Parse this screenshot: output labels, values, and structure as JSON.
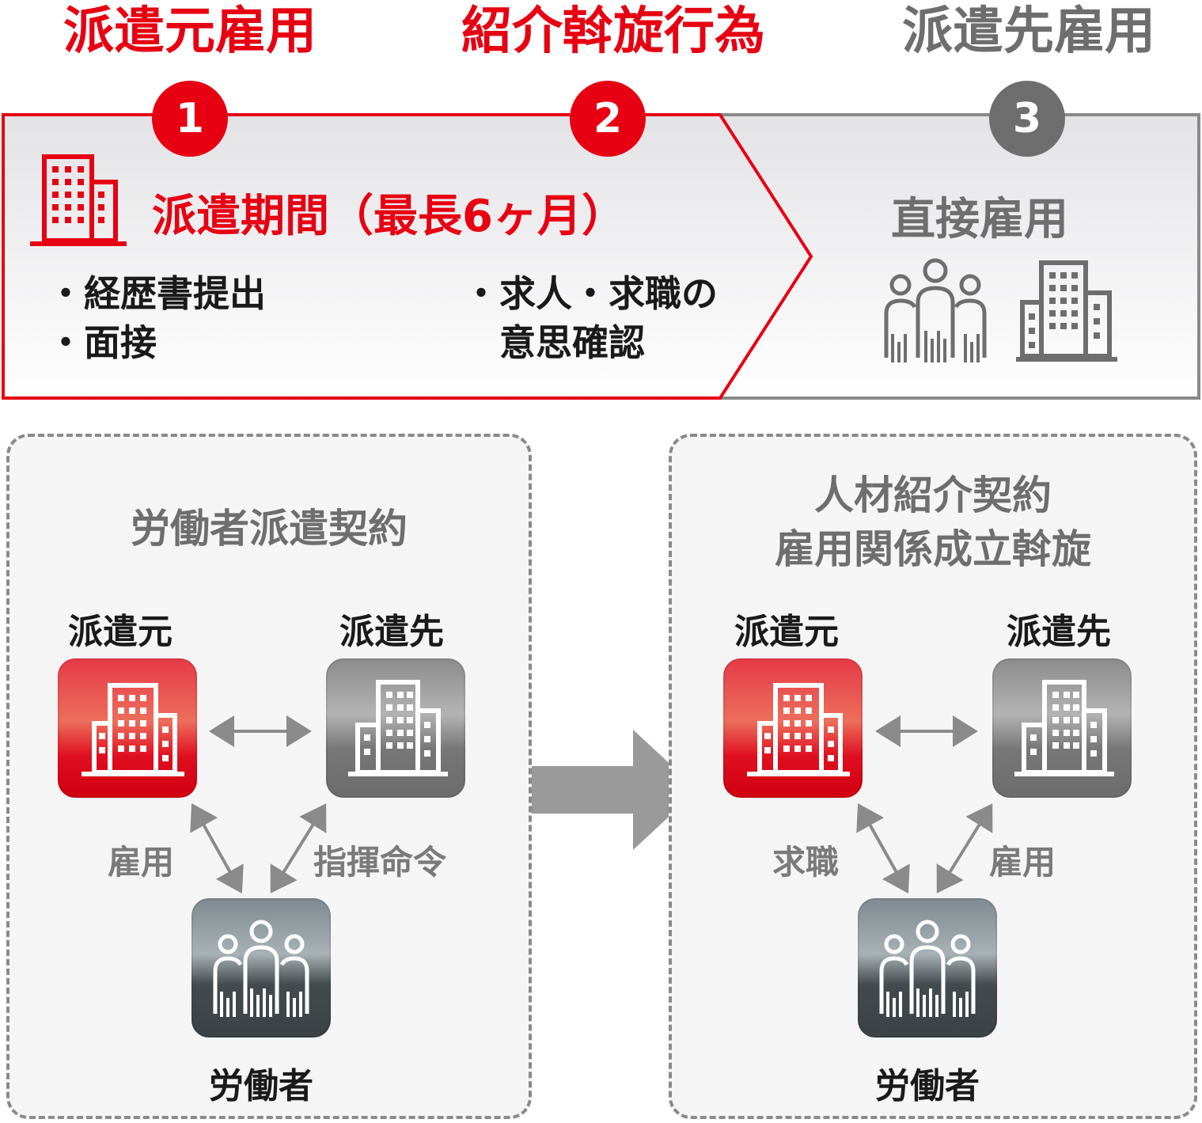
{
  "stages": [
    {
      "title": "派遣元雇用",
      "number": "1",
      "color": "#e60012"
    },
    {
      "title": "紹介斡旋行為",
      "number": "2",
      "color": "#e60012"
    },
    {
      "title": "派遣先雇用",
      "number": "3",
      "color": "#6e6e6e"
    }
  ],
  "banner": {
    "period_title": "派遣期間（最長6ヶ月）",
    "left_bullets": [
      "・経歴書提出",
      "・面接"
    ],
    "right_bullets": [
      "・求人・求職の",
      "　意思確認"
    ],
    "direct_title": "直接雇用"
  },
  "left_panel": {
    "title": "労働者派遣契約",
    "dispatcher": "派遣元",
    "client": "派遣先",
    "worker": "労働者",
    "rel_left": "雇用",
    "rel_right": "指揮命令"
  },
  "right_panel": {
    "title_line1": "人材紹介契約",
    "title_line2": "雇用関係成立斡旋",
    "dispatcher": "派遣元",
    "client": "派遣先",
    "worker": "労働者",
    "rel_left": "求職",
    "rel_right": "雇用"
  },
  "colors": {
    "red": "#e60012",
    "grey": "#6e6e6e",
    "light_grey": "#8a8a8a"
  },
  "icons": [
    "building-icon",
    "people-icon",
    "arrow-right-icon",
    "double-arrow-icon"
  ]
}
